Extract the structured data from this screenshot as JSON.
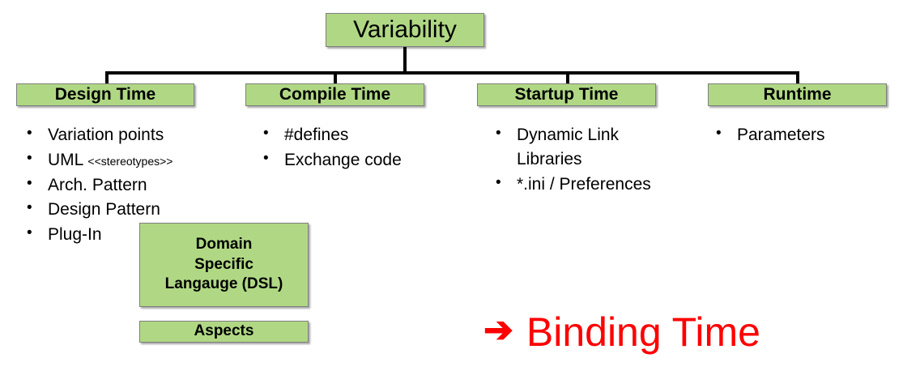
{
  "diagram": {
    "root": {
      "label": "Variability"
    },
    "categories": [
      {
        "label": "Design Time"
      },
      {
        "label": "Compile Time"
      },
      {
        "label": "Startup Time"
      },
      {
        "label": "Runtime"
      }
    ],
    "bullets": {
      "design_time": [
        {
          "marker": "•",
          "text": "Variation points",
          "note": ""
        },
        {
          "marker": "•",
          "text": "UML ",
          "note": "<<stereotypes>>"
        },
        {
          "marker": "•",
          "text": "Arch. Pattern",
          "note": ""
        },
        {
          "marker": "•",
          "text": "Design Pattern",
          "note": ""
        },
        {
          "marker": "•",
          "text": "Plug-In",
          "note": ""
        }
      ],
      "compile_time": [
        {
          "marker": "•",
          "text": "#defines",
          "note": ""
        },
        {
          "marker": "•",
          "text": "Exchange code",
          "note": ""
        }
      ],
      "startup_time": [
        {
          "marker": "•",
          "text": "Dynamic Link Libraries",
          "note": ""
        },
        {
          "marker": "•",
          "text": "*.ini / Preferences",
          "note": ""
        }
      ],
      "runtime": [
        {
          "marker": "•",
          "text": "Parameters",
          "note": ""
        }
      ]
    },
    "extra_boxes": [
      {
        "line1": "Domain",
        "line2": "Specific",
        "line3": "Langauge (DSL)"
      },
      {
        "line1": "Aspects",
        "line2": "",
        "line3": ""
      }
    ],
    "callout": {
      "arrow": "➔",
      "label": "Binding Time"
    },
    "colors": {
      "box_fill": "#b0d884",
      "box_border": "#7f7f7f",
      "connector": "#000000",
      "callout_red": "#fe0000",
      "text": "#000000"
    }
  }
}
